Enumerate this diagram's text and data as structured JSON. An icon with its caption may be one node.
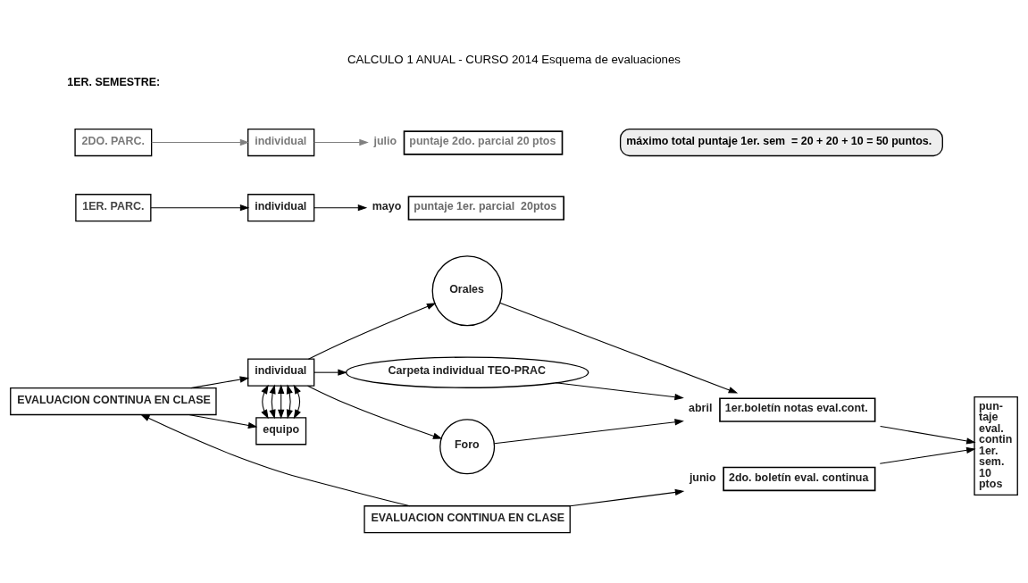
{
  "diagram": {
    "title": "CALCULO 1 ANUAL - CURSO 2014 Esquema de evaluaciones",
    "caption": "máximo total puntaje 1er. sem  = 20 + 20 + 10 = 50 puntos.",
    "nodes": [
      {
        "text": [
          "EVALUACION CONTINUA EN CLASE"
        ]
      },
      {
        "text": [
          "individual"
        ]
      },
      {
        "text": [
          "equipo"
        ]
      },
      {
        "text": [
          "Orales"
        ]
      },
      {
        "text": [
          "Carpeta individual TEO-PRAC"
        ]
      },
      {
        "text": [
          "Foro"
        ]
      },
      {
        "text": [
          "1ER. PARC."
        ]
      },
      {
        "text": [
          "individual"
        ]
      },
      {
        "text": [
          "1er.boletín notas eval.cont."
        ],
        "beside": [
          "abril"
        ]
      },
      {
        "text": [
          "EVALUACION CONTINUA EN CLASE"
        ]
      },
      {
        "text": [
          "puntaje 1er. parcial  20ptos"
        ],
        "beside": [
          "mayo"
        ]
      },
      {
        "text": [
          "2do. boletín eval. continua"
        ],
        "beside": [
          "junio"
        ]
      },
      {
        "text": [
          "pun- taje eval. contin 1er. sem. 10 ptos"
        ]
      },
      {
        "text": [
          "2DO. PARC."
        ]
      },
      {
        "text": [
          "individual"
        ]
      },
      {
        "text": [
          "puntaje 2do. parcial 20 ptos"
        ],
        "beside": [
          "julio"
        ]
      }
    ],
    "edges": [
      {
        "from": 0,
        "to": 1,
        "arrow": "to"
      },
      {
        "from": 0,
        "to": 2,
        "arrow": "to"
      },
      {
        "from": 1,
        "to": 2,
        "arrow": "both"
      },
      {
        "from": 1,
        "to": 2,
        "arrow": "both"
      },
      {
        "from": 1,
        "to": 2,
        "arrow": "both"
      },
      {
        "from": 1,
        "to": 2,
        "arrow": "both"
      },
      {
        "from": 1,
        "to": 2,
        "arrow": "both"
      },
      {
        "from": 1,
        "to": 3,
        "arrow": "to"
      },
      {
        "from": 1,
        "to": 4,
        "arrow": "to"
      },
      {
        "from": 1,
        "to": 5,
        "arrow": "to"
      },
      {
        "from": 3,
        "to": 8,
        "arrow": "to"
      },
      {
        "from": 4,
        "to": 8,
        "arrow": "to"
      },
      {
        "from": 5,
        "to": 8,
        "arrow": "to"
      },
      {
        "from": 6,
        "to": 7,
        "arrow": "to"
      },
      {
        "from": 7,
        "to": 10,
        "arrow": "to"
      },
      {
        "from": 9,
        "to": 0,
        "arrow": "to"
      },
      {
        "from": 9,
        "to": 11,
        "arrow": "to"
      },
      {
        "from": 8,
        "to": 12,
        "arrow": "to"
      },
      {
        "from": 11,
        "to": 12,
        "arrow": "to"
      },
      {
        "from": 13,
        "to": 14,
        "arrow": "to",
        "color": "#808080"
      },
      {
        "from": 14,
        "to": 15,
        "arrow": "to",
        "color": "#808080"
      }
    ],
    "labels": [
      "1ER. SEMESTRE:"
    ]
  }
}
